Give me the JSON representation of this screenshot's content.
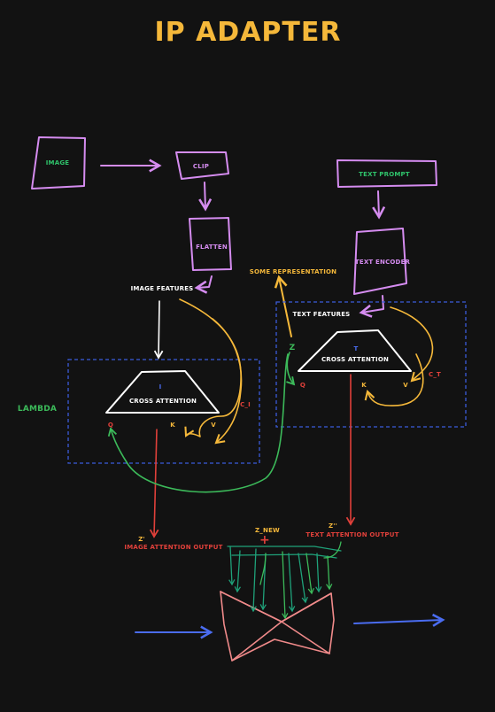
{
  "title": "IP ADAPTER",
  "colors": {
    "background": "#121212",
    "title": "#f5b83a",
    "box": "#d58cf0",
    "box_text": "#2fc36b",
    "white": "#ffffff",
    "yellow": "#f5b83a",
    "green": "#3cba5a",
    "red": "#e0403a",
    "dashed_blue": "#3b5bdb",
    "blue_arrow": "#4a6cf0",
    "pink": "#f08a8a",
    "teal": "#1fa27a"
  },
  "nodes": {
    "image": "IMAGE",
    "clip": "CLIP",
    "flatten": "FLATTEN",
    "text_prompt": "TEXT PROMPT",
    "text_encoder": "TEXT ENCODER"
  },
  "labels": {
    "image_features": "IMAGE FEATURES",
    "text_features": "TEXT FEATURES",
    "some_representation": "SOME REPRESENTATION",
    "lambda": "LAMBDA",
    "left_block_id": "I",
    "left_block": "CROSS ATTENTION",
    "right_block_id": "T",
    "right_block": "CROSS ATTENTION",
    "q": "Q",
    "k": "K",
    "v": "V",
    "c_i": "C_I",
    "c_t": "C_T",
    "z": "Z",
    "z_prime": "Z'",
    "image_attention_output": "IMAGE ATTENTION OUTPUT",
    "z_double_prime": "Z''",
    "text_attention_output": "TEXT ATTENTION OUTPUT",
    "z_new": "Z_NEW",
    "plus": "+"
  }
}
